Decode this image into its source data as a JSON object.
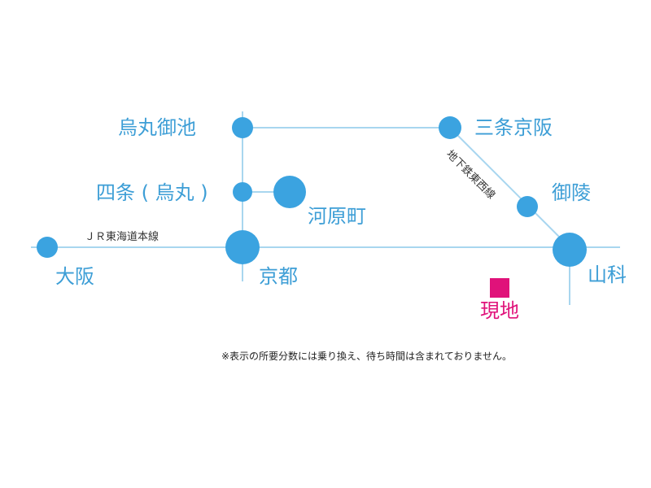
{
  "colors": {
    "station": "#3ba3e0",
    "line": "#a8d6ef",
    "label": "#3d9ed6",
    "site": "#e0127a",
    "text_dark": "#333333"
  },
  "stations": {
    "karasuma_oike": "烏丸御池",
    "sanjo_keihan": "三条京阪",
    "shijo_karasuma": "四条 ( 烏丸 )",
    "kawaramachi": "河原町",
    "misasagi": "御陵",
    "osaka": "大阪",
    "kyoto": "京都",
    "yamashina": "山科"
  },
  "lines": {
    "jr": "ＪＲ東海道本線",
    "subway_tozai": "地下鉄東西線"
  },
  "site": {
    "label": "現地"
  },
  "note": "※表示の所要分数には乗り換え、待ち時間は含まれておりません。"
}
